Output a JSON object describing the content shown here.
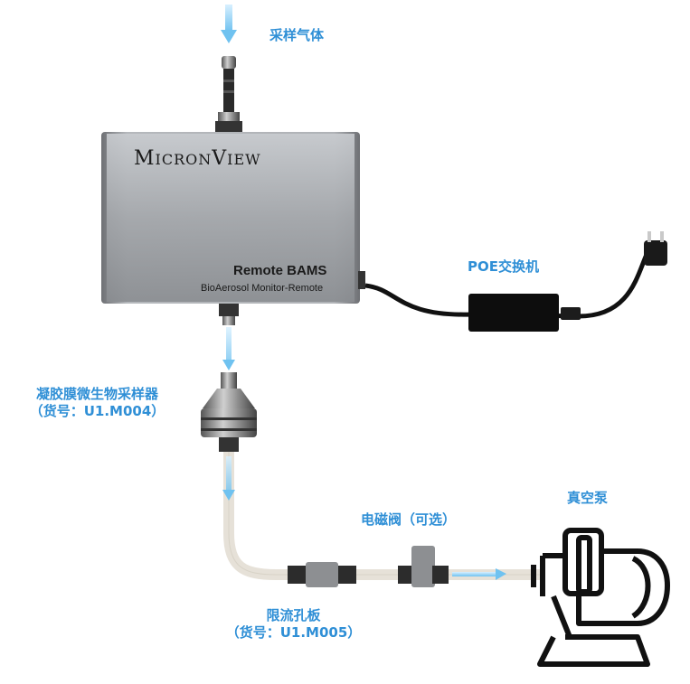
{
  "labels": {
    "sample_gas": "采样气体",
    "poe_switch": "POE交换机",
    "gel_sampler": "凝胶膜微生物采样器",
    "gel_sampler_part": "（货号：U1.M004）",
    "solenoid_valve": "电磁阀（可选）",
    "vacuum_pump": "真空泵",
    "orifice": "限流孔板",
    "orifice_part": "（货号：U1.M005）"
  },
  "device": {
    "brand_first": "M",
    "brand_rest_small": "ICRON",
    "brand_second": "V",
    "brand_second_small": "IEW",
    "model": "Remote BAMS",
    "subtitle": "BioAerosol Monitor-Remote"
  },
  "colors": {
    "label_blue": "#2f8fd6",
    "flow_arrow": "#8fd0f5",
    "box_metal": "#a9acb1",
    "tube": "#eae6df"
  }
}
